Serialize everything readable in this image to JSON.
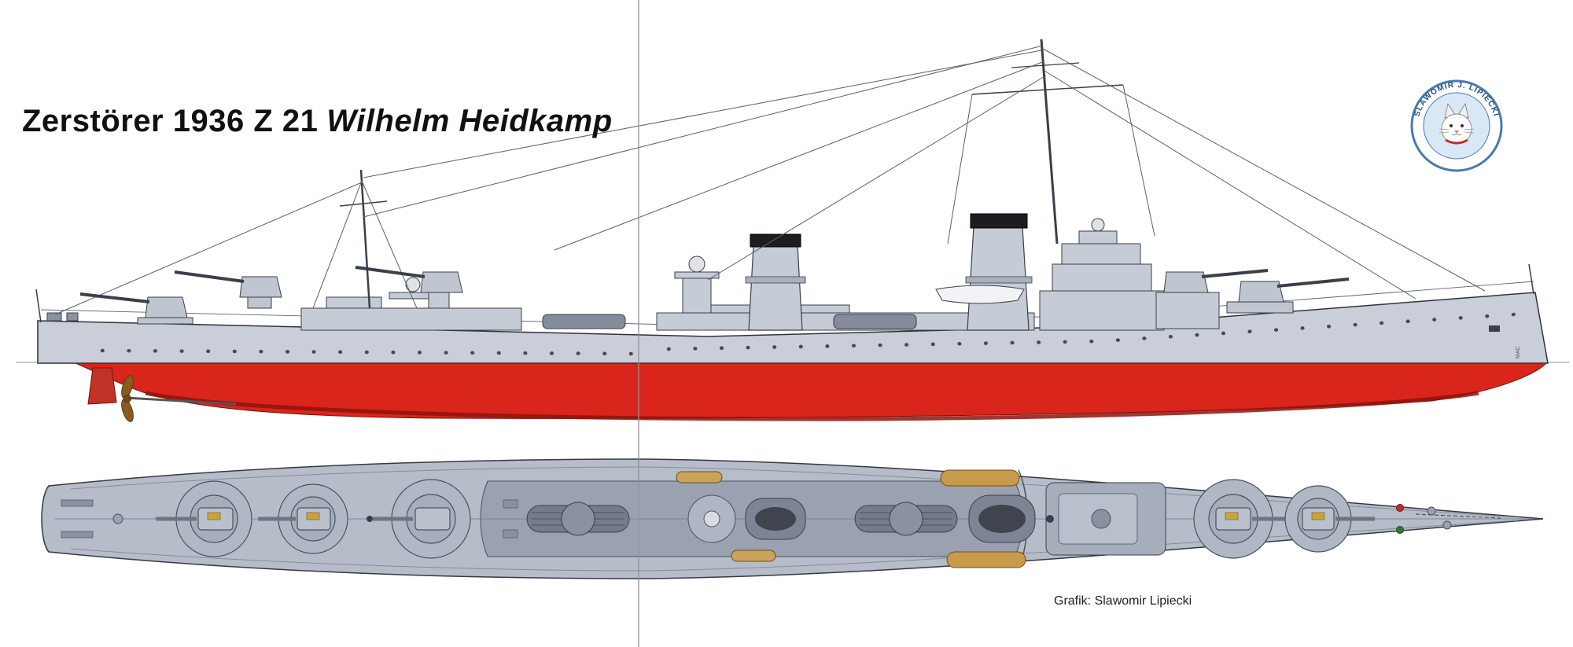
{
  "title": {
    "prefix": "Zerstörer 1936 Z 21",
    "name": "Wilhelm Heidkamp"
  },
  "logo": {
    "text": "SLAWOMIR J. LIPIECKI"
  },
  "credit": "Grafik: Slawomir Lipiecki",
  "hull_mark": "MAC",
  "colors": {
    "hull_red": "#d9251b",
    "hull_red_dark": "#8e130c",
    "hull_gray": "#c9ced8",
    "deck_gray": "#b6bdc9",
    "deck_center": "#9aa2b2",
    "structure_gray": "#c6ccd6",
    "funnel_cap": "#1b1d21",
    "brass": "#c9a43c",
    "logo_blue": "#4a79b0",
    "outline": "#343944"
  }
}
